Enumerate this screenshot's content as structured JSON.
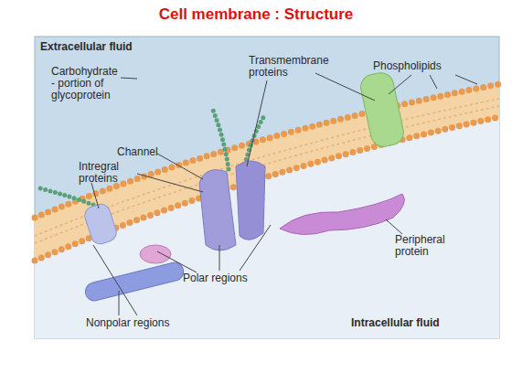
{
  "diagram": {
    "title": "Cell membrane : Structure",
    "labels": [
      "Extracellular fluid",
      "Carbohydrate - portion of glycoprotein",
      "Transmembrane proteins",
      "Phospholipids",
      "Channel",
      "Intregral proteins",
      "Peripheral protein",
      "Polar regions",
      "Nonpolar regions",
      "Intracellular fluid"
    ]
  }
}
